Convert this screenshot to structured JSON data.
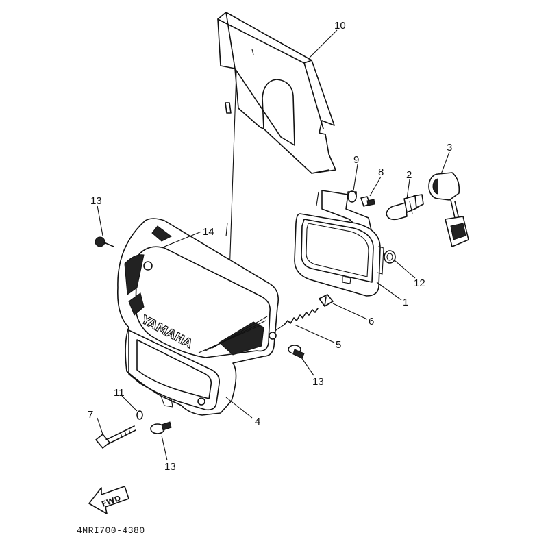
{
  "brand_text": "YAMAHA",
  "fwd_label": "FWD",
  "diagram_code": "4MRI700-4380",
  "callouts": {
    "c1": "1",
    "c2": "2",
    "c3": "3",
    "c4": "4",
    "c5": "5",
    "c6": "6",
    "c7": "7",
    "c8": "8",
    "c9": "9",
    "c10": "10",
    "c11": "11",
    "c12": "12",
    "c13a": "13",
    "c13b": "13",
    "c13c": "13",
    "c14": "14"
  }
}
